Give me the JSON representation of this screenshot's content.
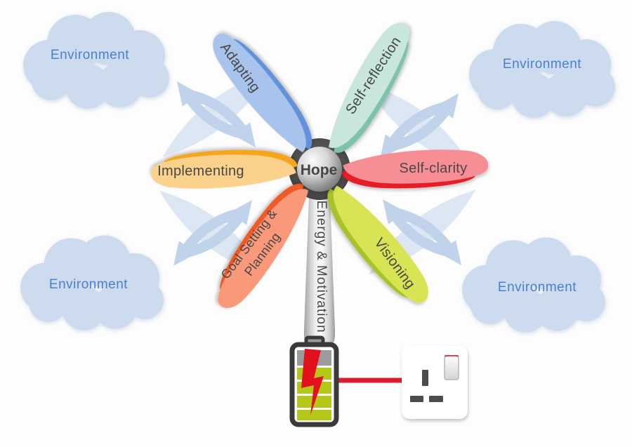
{
  "diagram": {
    "hub": {
      "label": "Hope"
    },
    "mast": {
      "label": "Energy & Motivation"
    },
    "blades": [
      {
        "name": "adapting",
        "label": "Adapting",
        "color_light": "#a9c4ec",
        "color_dark": "#6492da"
      },
      {
        "name": "self-reflection",
        "label": "Self-reflection",
        "color_light": "#c9e6db",
        "color_dark": "#7fc2ab"
      },
      {
        "name": "self-clarity",
        "label": "Self-clarity",
        "color_light": "#f78e96",
        "color_dark": "#e61a28"
      },
      {
        "name": "visioning",
        "label": "Visioning",
        "color_light": "#d8e452",
        "color_dark": "#a8c229"
      },
      {
        "name": "goal-setting-planning",
        "label": "Goal Setting & Planning",
        "lines": [
          "Goal Setting &",
          "Planning"
        ],
        "color_light": "#f9997a",
        "color_dark": "#ef5a27"
      },
      {
        "name": "implementing",
        "label": "Implementing",
        "color_light": "#fbd28c",
        "color_dark": "#f6a61e"
      }
    ],
    "clouds": [
      {
        "position": "top-left",
        "label": "Environment"
      },
      {
        "position": "top-right",
        "label": "Environment"
      },
      {
        "position": "bottom-left",
        "label": "Environment"
      },
      {
        "position": "bottom-right",
        "label": "Environment"
      }
    ],
    "icons": {
      "swirl": "wind-gust-double-arrow",
      "battery": "charging-battery",
      "bolt": "lightning-bolt",
      "socket": "uk-power-socket"
    },
    "colors": {
      "cloud": "#ccdcee",
      "cloud_text": "#4a7ed2",
      "swirl_lens": "#dde7f3",
      "swirl_arrow": "#c1d3ea",
      "blade_text": "#474747",
      "hub_text": "#454545",
      "battery_green": "#b4c817",
      "battery_gray": "#9b9b9b",
      "battery_border": "#3a3a3a",
      "bolt_red": "#e3111d",
      "cable_red": "#dd1b2e",
      "socket_slot": "#4c4c4c",
      "switch_red": "#cc2233"
    }
  }
}
